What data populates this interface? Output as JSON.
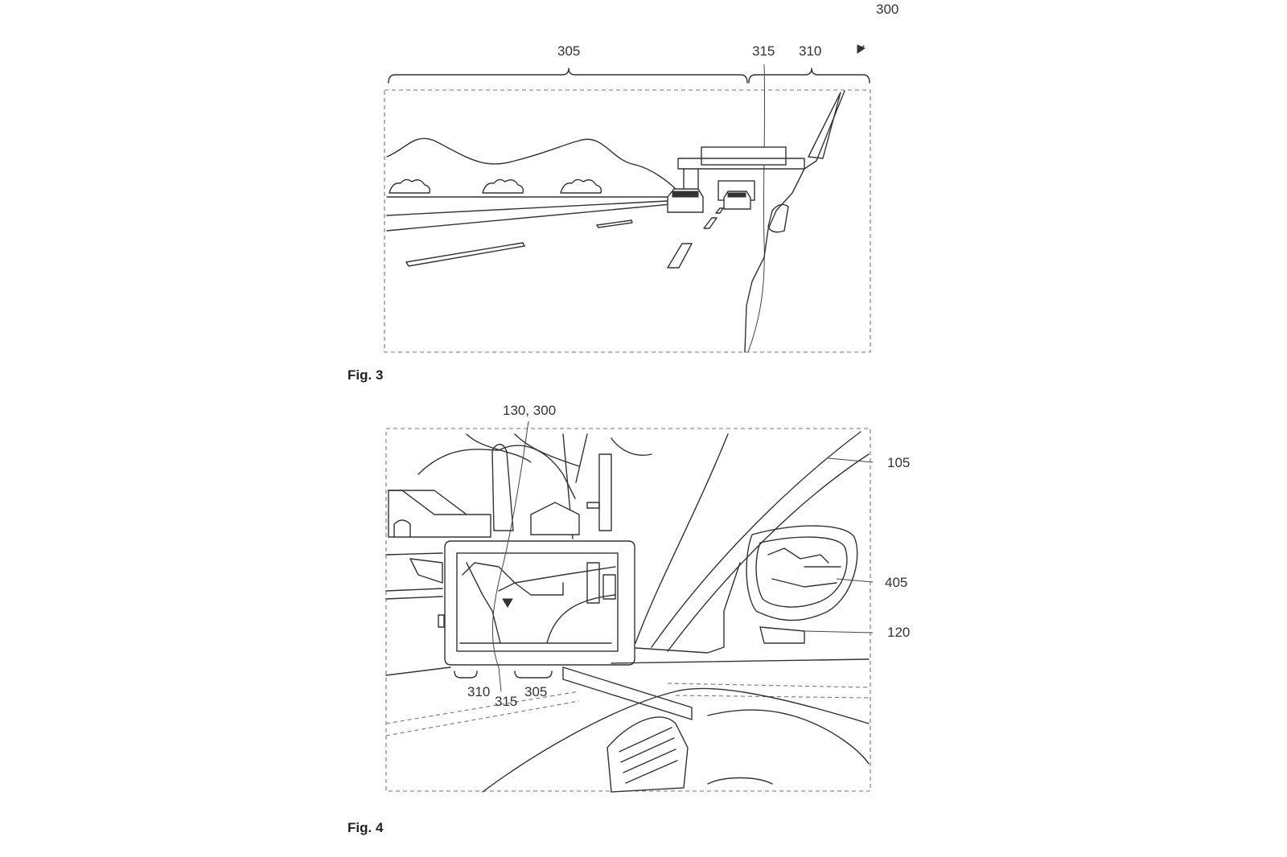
{
  "figures": [
    {
      "caption": "Fig. 3",
      "labels": {
        "ref_300": "300",
        "ref_305": "305",
        "ref_315": "315",
        "ref_310": "310"
      }
    },
    {
      "caption": "Fig. 4",
      "labels": {
        "ref_130_300": "130, 300",
        "ref_105": "105",
        "ref_405": "405",
        "ref_120": "120",
        "ref_310": "310",
        "ref_315": "315",
        "ref_305": "305"
      }
    }
  ]
}
